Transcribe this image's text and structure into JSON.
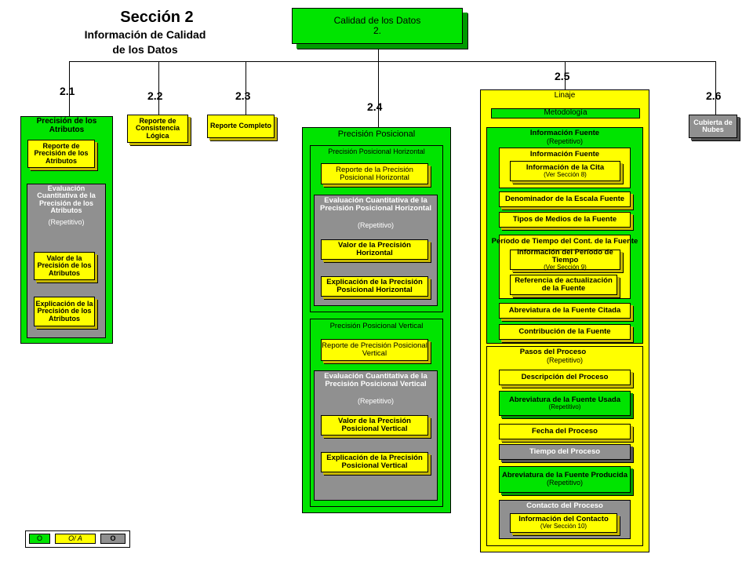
{
  "title": {
    "section": "Sección 2",
    "subtitle_line1": "Información de Calidad",
    "subtitle_line2": "de los Datos"
  },
  "root": {
    "label": "Calidad de los Datos",
    "number": "2."
  },
  "numbers": {
    "n21": "2.1",
    "n22": "2.2",
    "n23": "2.3",
    "n24": "2.4",
    "n25": "2.5",
    "n26": "2.6"
  },
  "s21": {
    "header": "Precisión de los Atributos",
    "report": "Reporte de Precisión de los Atributos",
    "eval_title": "Evaluación Cuantitativa de la Precisión de los Atributos",
    "eval_rep": "(Repetitivo)",
    "value": "Valor de la Precisión de los Atributos",
    "explain": "Explicación de la Precisión de los Atributos"
  },
  "s22": {
    "label": "Reporte de Consistencia Lógica"
  },
  "s23": {
    "label": "Reporte Completo"
  },
  "s24": {
    "header": "Precisión Posicional",
    "h_header": "Precisión Posicional Horizontal",
    "h_report": "Reporte de la Precisión Posicional Horizontal",
    "h_eval_title": "Evaluación Cuantitativa de la Precisión Posicional Horizontal",
    "h_eval_rep": "(Repetitivo)",
    "h_value": "Valor de la Precisión Horizontal",
    "h_explain": "Explicación de la Precisión Posicional Horizontal",
    "v_header": "Precisión Posicional Vertical",
    "v_report": "Reporte de Precisión Posicional Vertical",
    "v_eval_title": "Evaluación Cuantitativa de la Precisión Posicional Vertical",
    "v_eval_rep": "(Repetitivo)",
    "v_value": "Valor de la Precisión Posicional Vertical",
    "v_explain": "Explicación de la Precisión Posicional Vertical"
  },
  "s25": {
    "header": "Linaje",
    "metodologia": "Metodología",
    "info_fuente": "Información Fuente",
    "info_fuente_rep": "(Repetitivo)",
    "info_fuente_inner": "Información Fuente",
    "cita": "Información de la Cita",
    "cita_ref": "(Ver Sección 8)",
    "denominador": "Denominador de la Escala Fuente",
    "tipos": "Tipos de Medios de la Fuente",
    "periodo": "Período de Tiempo del Cont. de la Fuente",
    "periodo_info": "Información del Período de Tiempo",
    "periodo_ref": "(Ver Sección 9)",
    "referencia": "Referencia de actualización de la Fuente",
    "abrev_citada": "Abreviatura de la Fuente Citada",
    "contribucion": "Contribución de la Fuente",
    "pasos": "Pasos del Proceso",
    "pasos_rep": "(Repetitivo)",
    "descripcion": "Descripción del Proceso",
    "abrev_usada": "Abreviatura de la Fuente Usada",
    "abrev_usada_rep": "(Repetitivo)",
    "fecha": "Fecha del Proceso",
    "tiempo": "Tiempo del Proceso",
    "abrev_producida": "Abreviatura de la Fuente Producida",
    "abrev_producida_rep": "(Repetitivo)",
    "contacto": "Contacto del Proceso",
    "contacto_info": "Información del Contacto",
    "contacto_ref": "(Ver Sección 10)"
  },
  "s26": {
    "label": "Cubierta de Nubes"
  },
  "legend": {
    "o1": "O",
    "oa": "O/ A",
    "o2": "O"
  },
  "colors": {
    "green": "#00e400",
    "yellow": "#ffff00",
    "gray": "#909090"
  }
}
